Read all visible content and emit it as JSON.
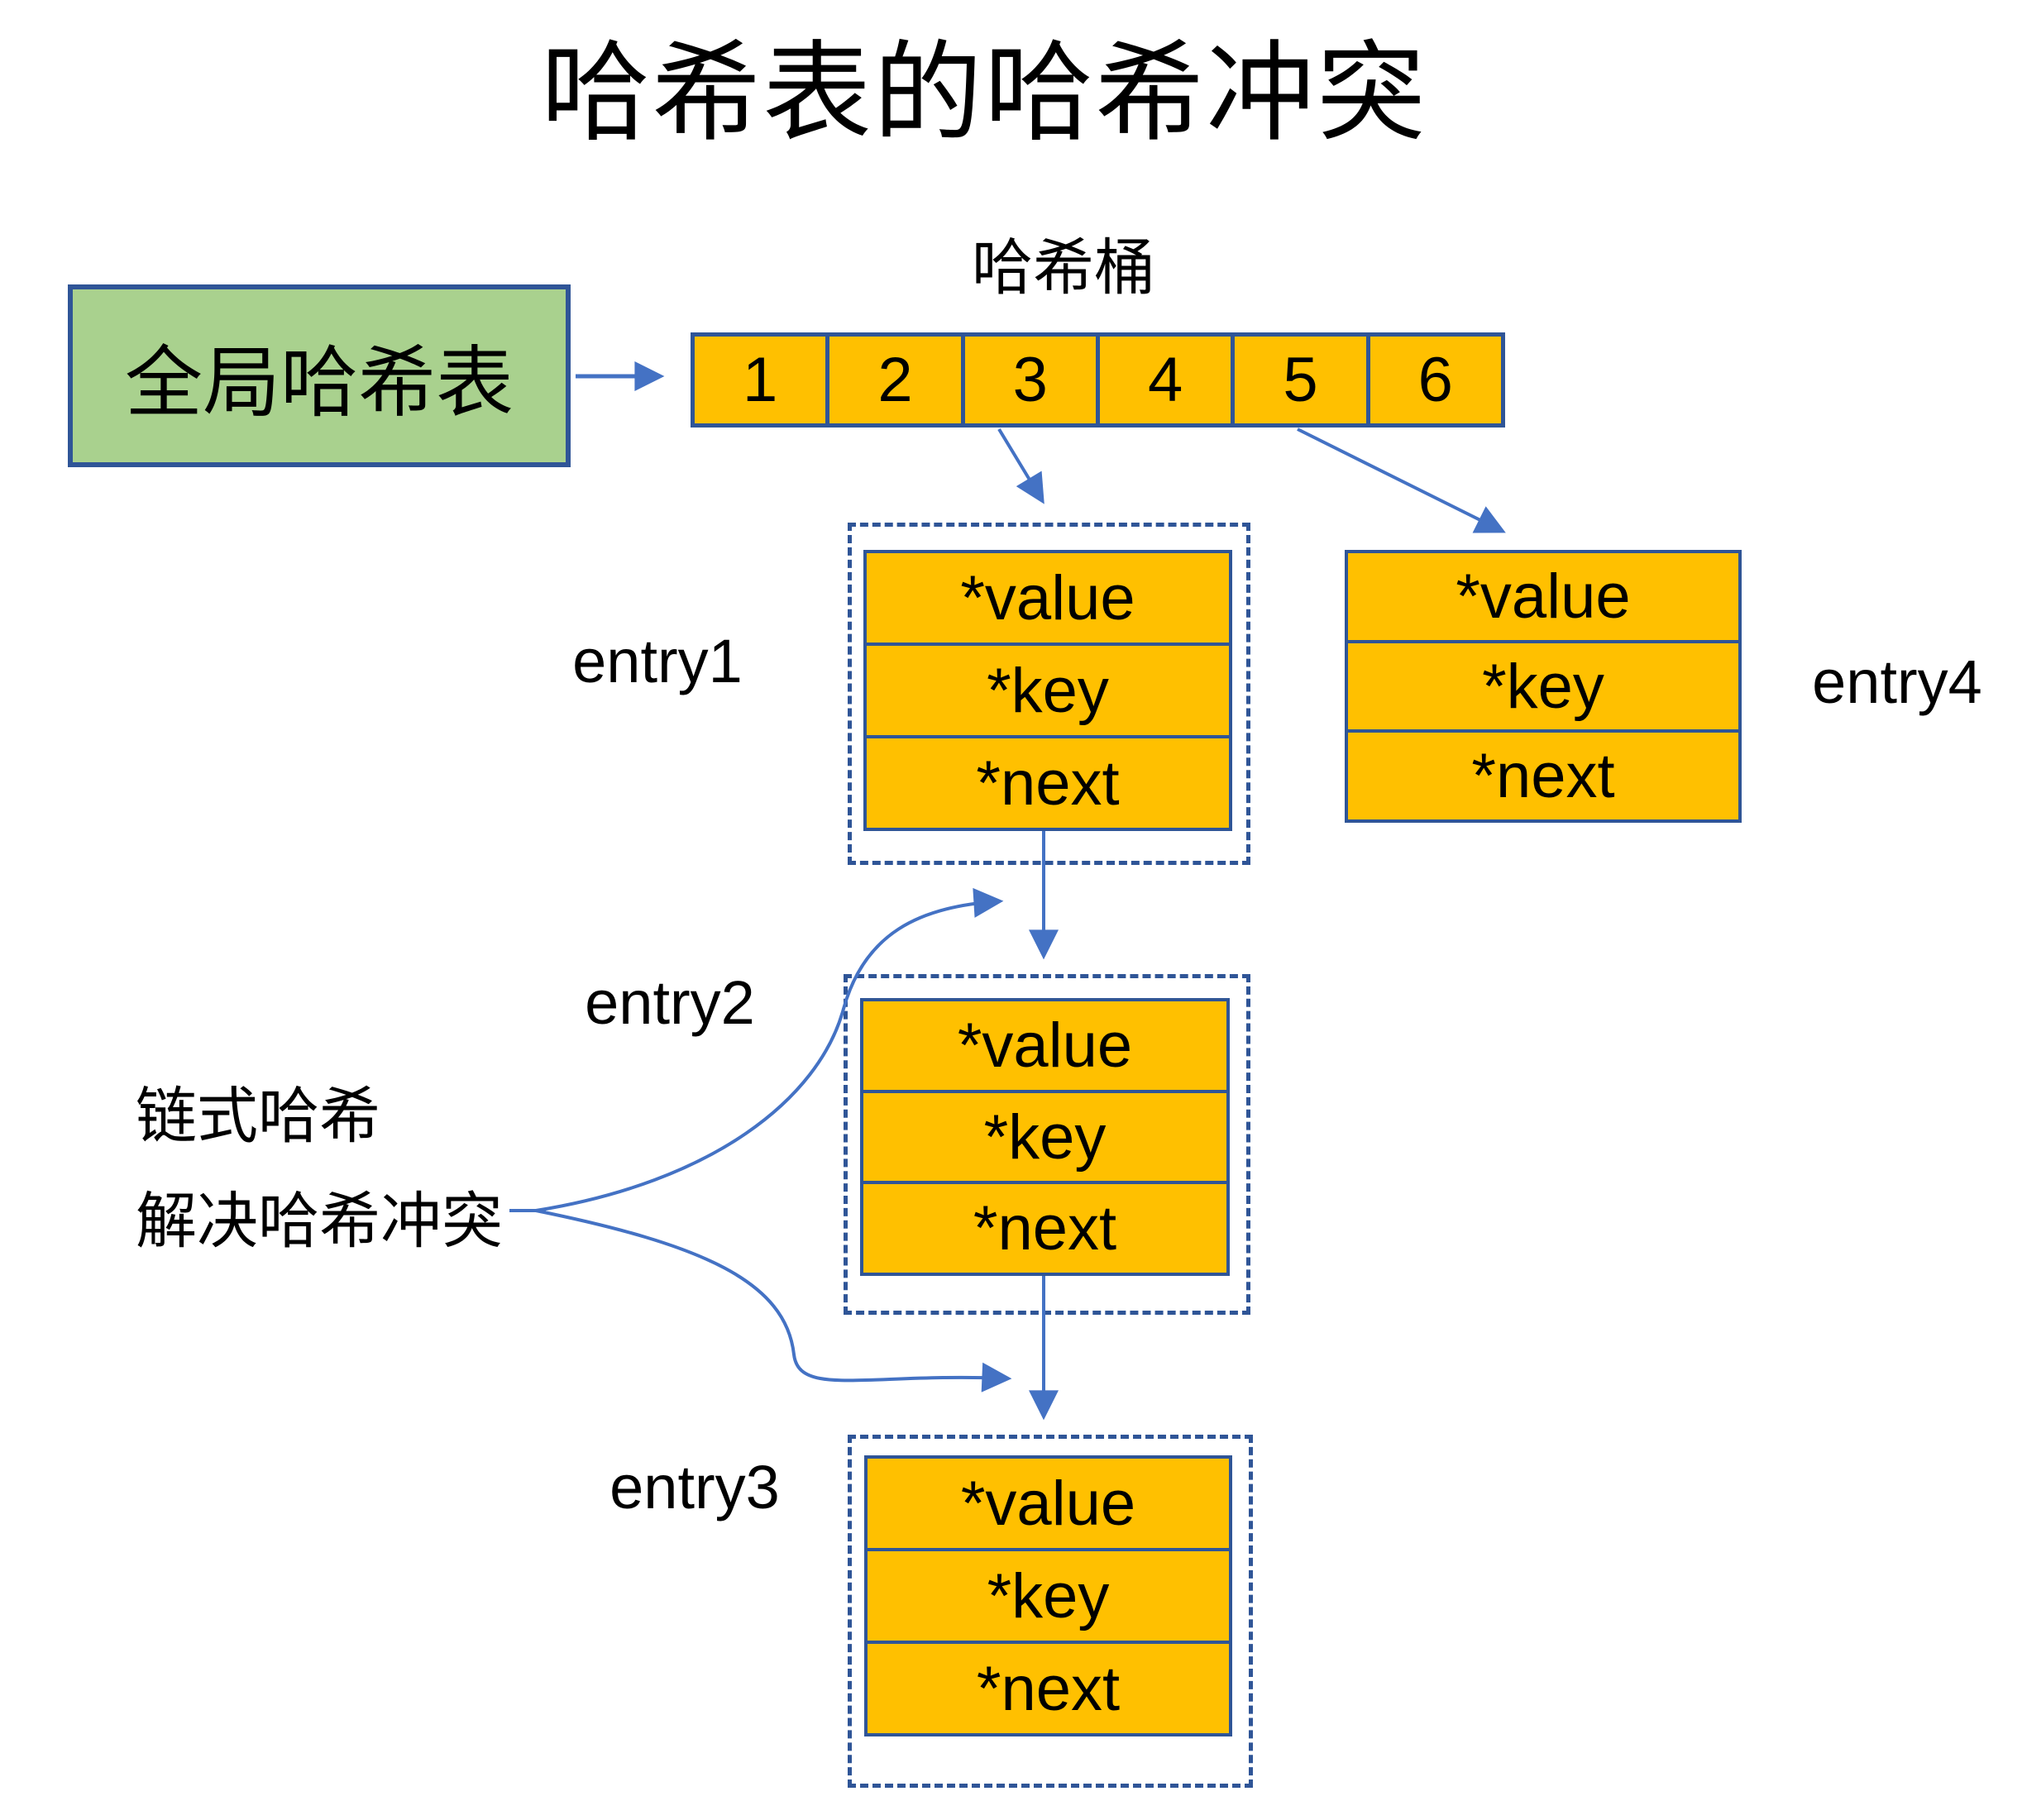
{
  "title": "哈希表的哈希冲突",
  "colors": {
    "bucket_fill": "#FFC000",
    "global_box_fill": "#A9D18E",
    "border_blue": "#2F5597",
    "arrow_blue": "#4472C4",
    "text": "#000000",
    "background": "#FFFFFF"
  },
  "global_table": {
    "label": "全局哈希表"
  },
  "bucket": {
    "label": "哈希桶",
    "cells": [
      "1",
      "2",
      "3",
      "4",
      "5",
      "6"
    ]
  },
  "entries": [
    {
      "label": "entry1",
      "fields": [
        "*value",
        "*key",
        "*next"
      ],
      "dashed": true
    },
    {
      "label": "entry2",
      "fields": [
        "*value",
        "*key",
        "*next"
      ],
      "dashed": true
    },
    {
      "label": "entry3",
      "fields": [
        "*value",
        "*key",
        "*next"
      ],
      "dashed": true
    },
    {
      "label": "entry4",
      "fields": [
        "*value",
        "*key",
        "*next"
      ],
      "dashed": false
    }
  ],
  "side_note": {
    "line1": "链式哈希",
    "line2": "解决哈希冲突"
  }
}
